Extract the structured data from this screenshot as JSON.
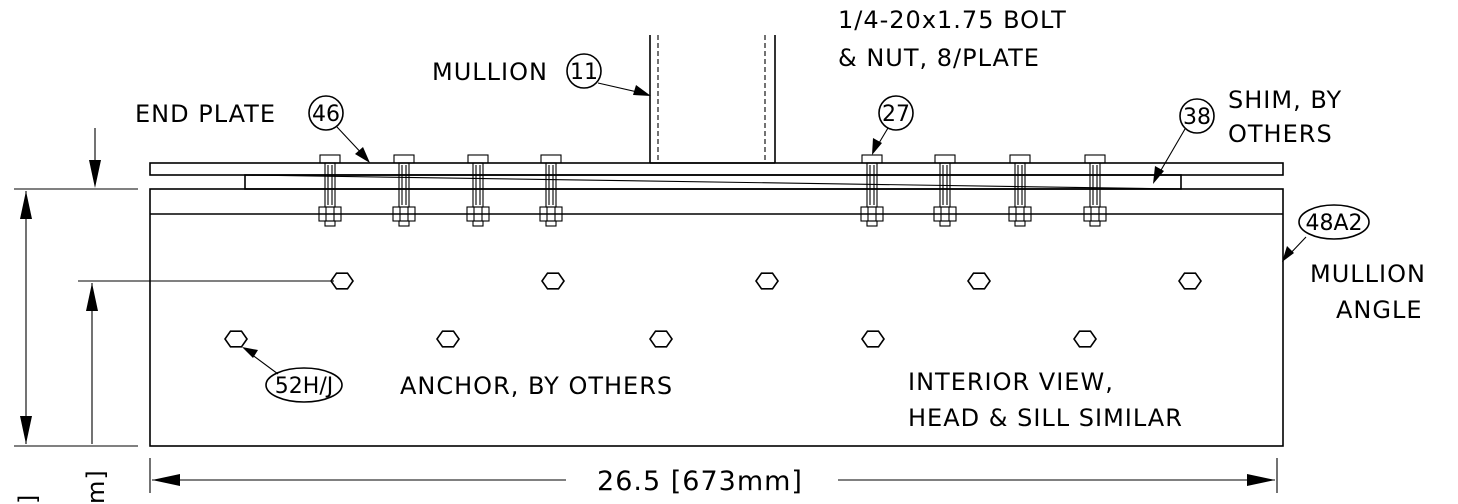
{
  "labels": {
    "mullion_text": "MULLION",
    "mullion_tag": "11",
    "end_plate_text": "END PLATE",
    "end_plate_tag": "46",
    "bolt_line1": "1/4-20x1.75 BOLT",
    "bolt_line2": "& NUT, 8/PLATE",
    "bolt_tag": "27",
    "shim_tag": "38",
    "shim_line1": "SHIM, BY",
    "shim_line2": "OTHERS",
    "angle_tag": "48A2",
    "angle_line1": "MULLION",
    "angle_line2": "ANGLE",
    "anchor_tag": "52H/J",
    "anchor_text": "ANCHOR, BY OTHERS",
    "view_line1": "INTERIOR VIEW,",
    "view_line2": "HEAD & SILL SIMILAR",
    "width_dim": "26.5 [673mm]",
    "left_dim_partial_1": "]",
    "left_dim_partial_2": "m]"
  },
  "bolts": {
    "count": 8,
    "per_plate": 8
  },
  "anchors": {
    "upper_row_count": 5,
    "lower_row_count": 5
  }
}
